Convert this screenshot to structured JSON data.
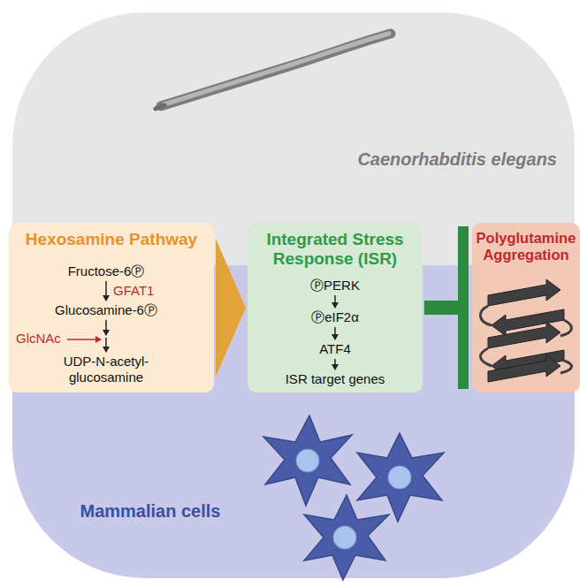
{
  "diagram": {
    "nodes": [
      {
        "text": [
          "Hexosamine Pathway",
          "Fructose-6Ⓟ",
          "GFAT1",
          "Glucosamine-6Ⓟ",
          "GlcNAc",
          "UDP-N-acetyl-glucosamine"
        ]
      },
      {
        "text": [
          "Integrated Stress Response (ISR)",
          "ⓅPERK",
          "ⓅeIF2α",
          "ATF4",
          "ISR target genes"
        ]
      },
      {
        "text": [
          "Polyglutamine Aggregation"
        ]
      }
    ],
    "edges": [
      {
        "from": 0,
        "to": 1,
        "arrow": "to"
      },
      {
        "from": 1,
        "to": 2,
        "arrow": "to"
      }
    ],
    "labels": [
      "Caenorhabditis elegans",
      "Mammalian cells"
    ]
  }
}
